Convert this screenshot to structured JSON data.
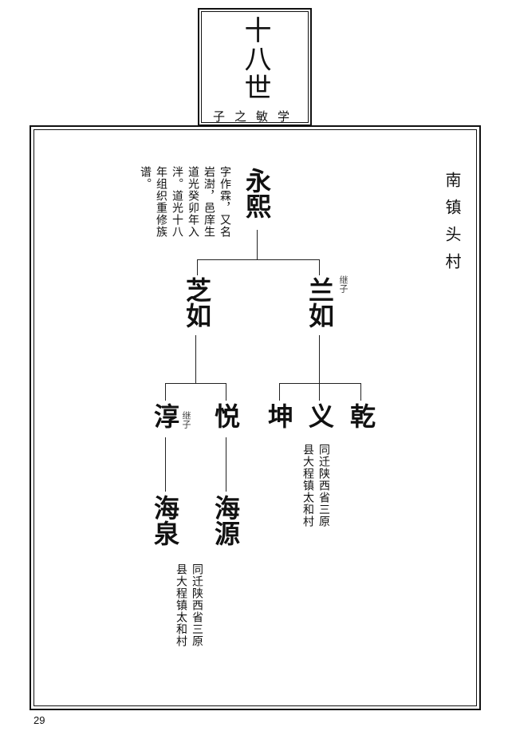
{
  "header": {
    "generation": "十八世",
    "subtitle": "子之敏学"
  },
  "village": "南镇头村",
  "tree": {
    "root": {
      "name": "永熙",
      "note": [
        "字作霖，又名",
        "岩澍，邑庠生",
        "道光癸卯年入",
        "泮。道光十八",
        "年组织重修族",
        "谱。"
      ]
    },
    "gen2": [
      {
        "name": "芝如"
      },
      {
        "name": "兰如",
        "tag": "继子"
      }
    ],
    "gen3": [
      {
        "name": "淳",
        "tag": "继子"
      },
      {
        "name": "悦"
      },
      {
        "name": "坤"
      },
      {
        "name": "义",
        "note": [
          "同迁陕西省三原",
          "县大程镇太和村"
        ]
      },
      {
        "name": "乾"
      }
    ],
    "gen4": [
      {
        "name": "海泉"
      },
      {
        "name": "海源",
        "note": [
          "同迁陕西省三原",
          "县大程镇太和村"
        ]
      }
    ]
  },
  "page_number": "29"
}
